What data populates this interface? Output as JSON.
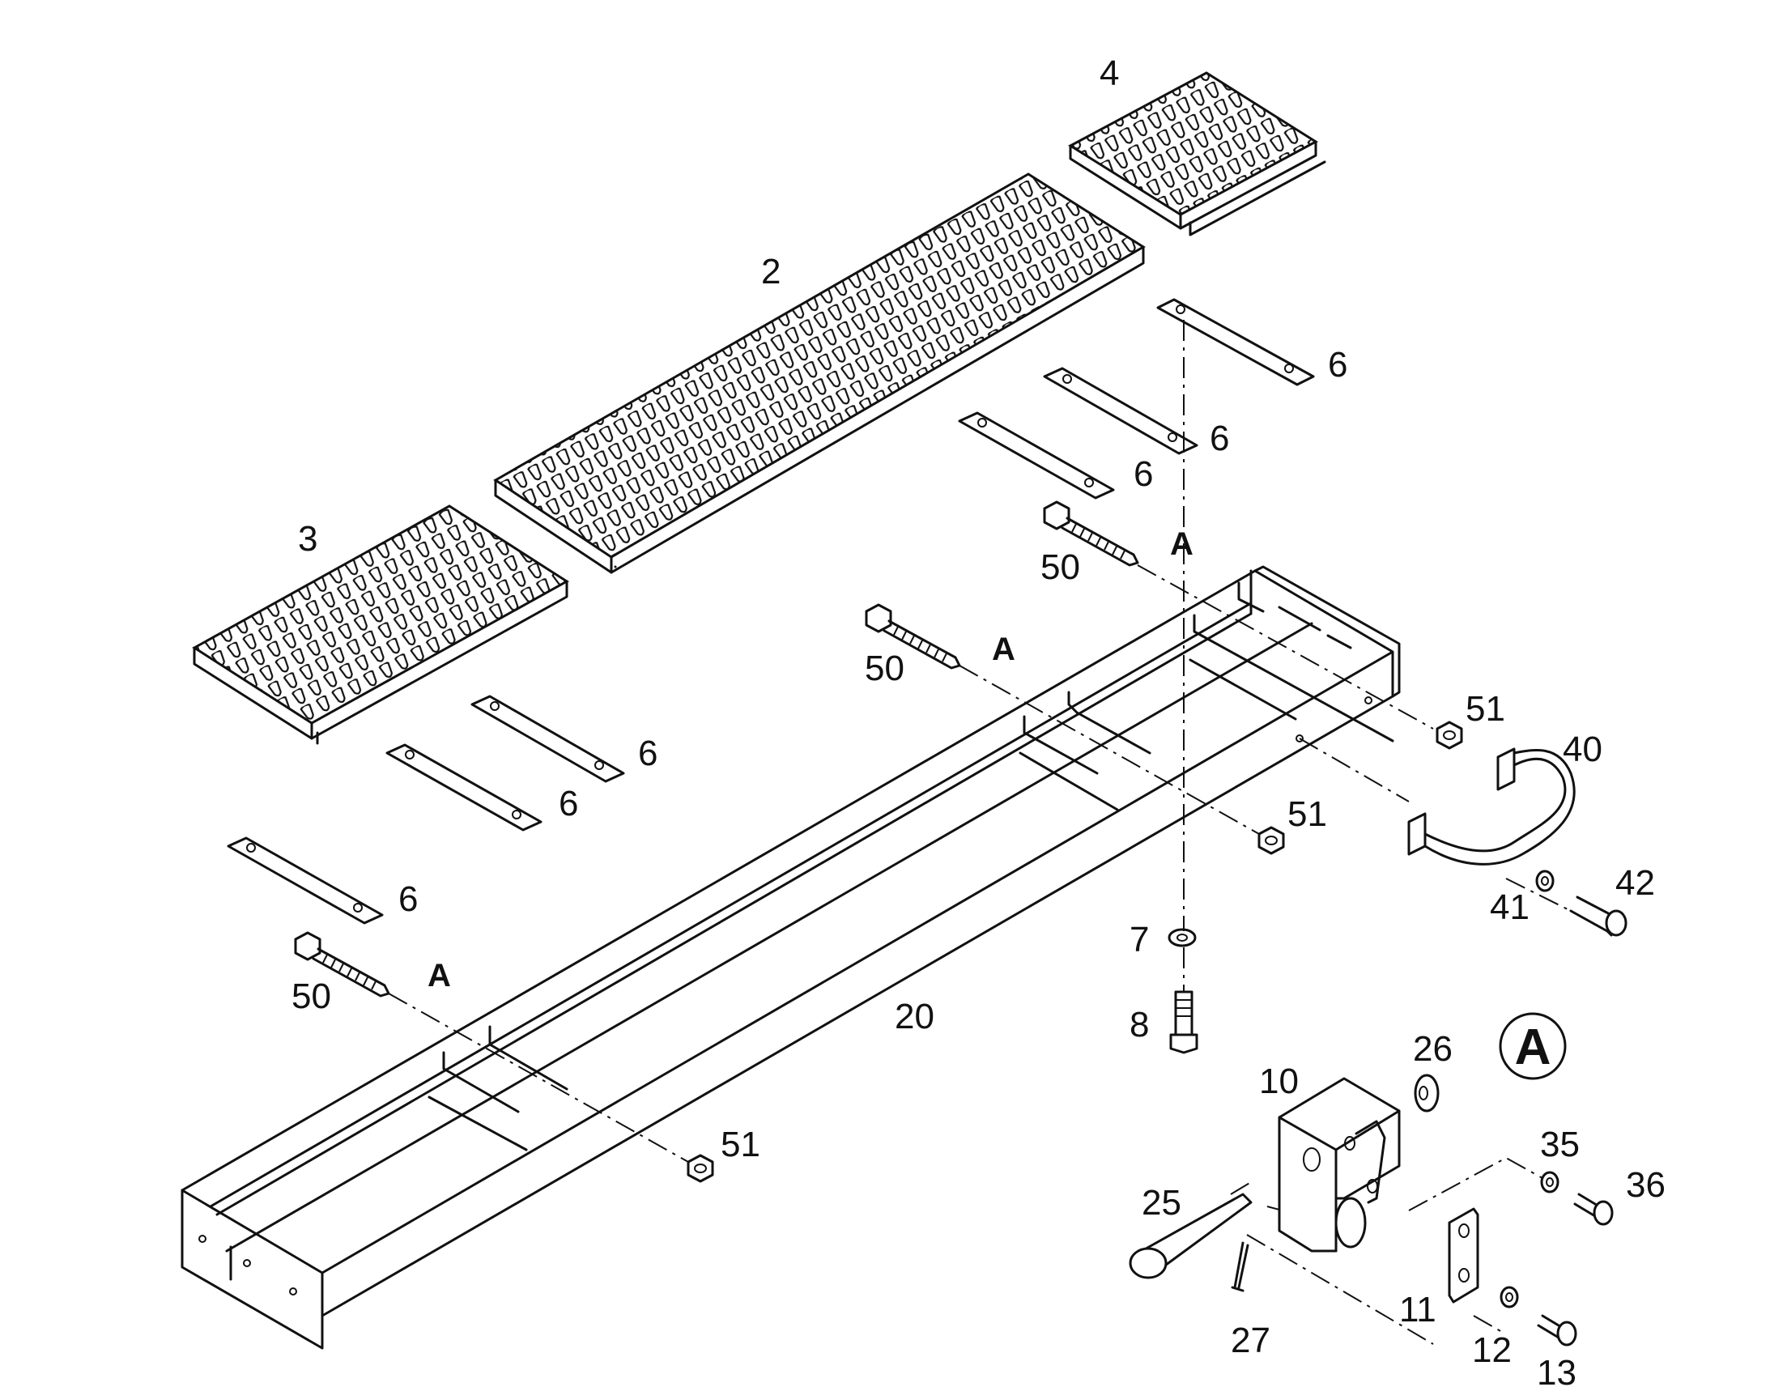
{
  "labels": {
    "l2": "2",
    "l3": "3",
    "l4": "4",
    "l6": "6",
    "l7": "7",
    "l8": "8",
    "l10": "10",
    "l11": "11",
    "l12": "12",
    "l13": "13",
    "l20": "20",
    "l25": "25",
    "l26": "26",
    "l27": "27",
    "l35": "35",
    "l36": "36",
    "l40": "40",
    "l41": "41",
    "l42": "42",
    "l50": "50",
    "l51": "51",
    "a": "A"
  },
  "detail_marker": "A"
}
